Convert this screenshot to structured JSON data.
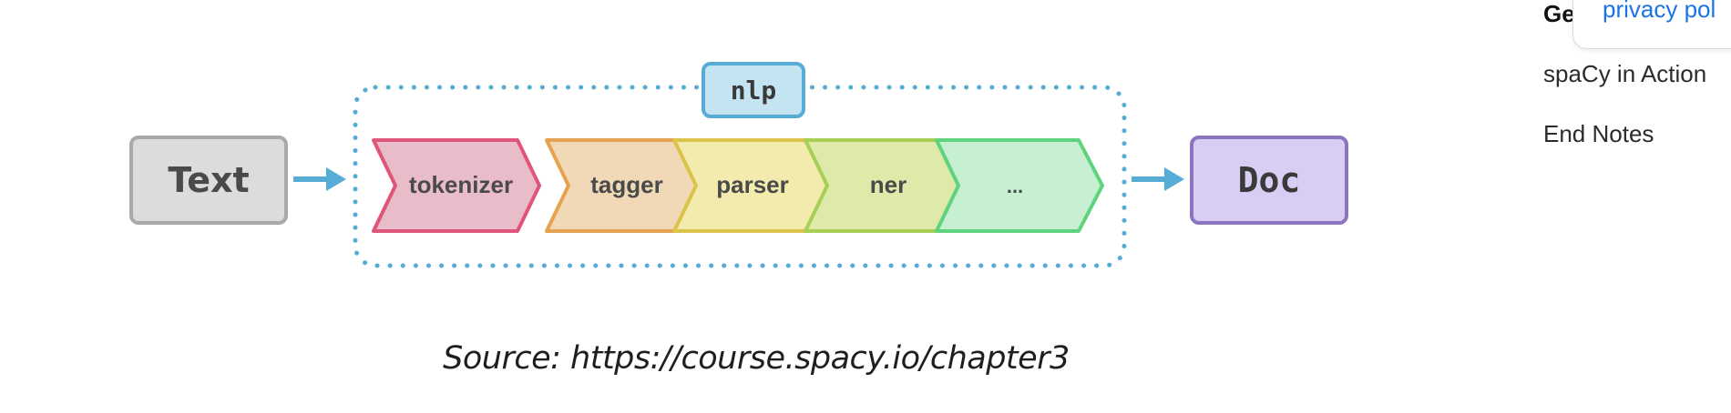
{
  "figure": {
    "input_label": "Text",
    "container_label": "nlp",
    "output_label": "Doc",
    "stages": [
      {
        "label": "tokenizer",
        "fill": "#e9bcc9",
        "stroke": "#e0557a"
      },
      {
        "label": "tagger",
        "fill": "#f1d8b6",
        "stroke": "#e6a24e"
      },
      {
        "label": "parser",
        "fill": "#f3eaae",
        "stroke": "#dcc34c"
      },
      {
        "label": "ner",
        "fill": "#dfe9a9",
        "stroke": "#a8cf55"
      },
      {
        "label": "...",
        "fill": "#c7f0d2",
        "stroke": "#5fd37e"
      }
    ],
    "colors": {
      "input_fill": "#dcdcdc",
      "input_stroke": "#a9a9a9",
      "output_fill": "#d8cdf2",
      "output_stroke": "#8b74c0",
      "nlp_fill": "#c4e4f2",
      "nlp_stroke": "#56acd4",
      "arrow": "#56acd4",
      "dotted_border": "#56acd4"
    }
  },
  "caption": "Source: https://course.spacy.io/chapter3",
  "toc": {
    "active_item": "Ge",
    "items": [
      "spaCy in Action",
      "End Notes"
    ]
  },
  "popup": {
    "link_text": "privacy pol"
  }
}
